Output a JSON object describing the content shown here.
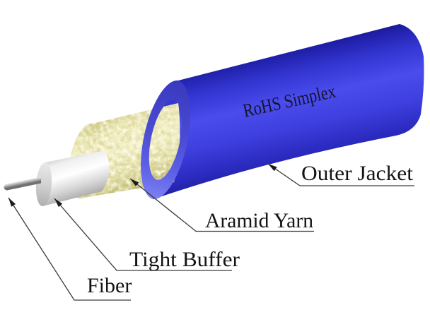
{
  "diagram": {
    "title_print": "RoHS Simplex",
    "labels": {
      "outer_jacket": "Outer Jacket",
      "aramid_yarn": "Aramid Yarn",
      "tight_buffer": "Tight Buffer",
      "fiber": "Fiber"
    },
    "colors": {
      "jacket_blue_bright": "#4a4cec",
      "jacket_blue_dark": "#131368",
      "jacket_face_blue": "#5d60e6",
      "aramid_yellow": "#f4f1c6",
      "buffer_white": "#ffffff",
      "leader_line": "#3a3a3a",
      "label_text": "#141414",
      "print_text": "#14142e",
      "background": "#ffffff"
    }
  }
}
